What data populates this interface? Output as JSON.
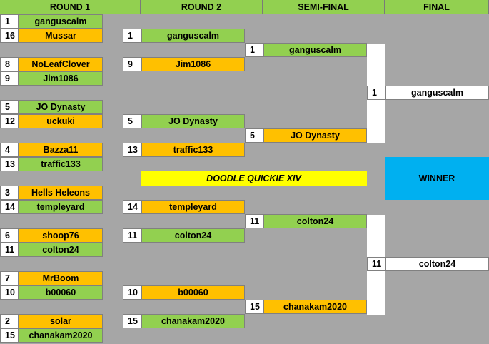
{
  "headers": [
    "ROUND 1",
    "ROUND 2",
    "SEMI-FINAL",
    "FINAL"
  ],
  "round1": [
    {
      "seed": "1",
      "name": "ganguscalm",
      "color": "green"
    },
    {
      "seed": "16",
      "name": "Mussar",
      "color": "orange"
    },
    {
      "seed": "8",
      "name": "NoLeafClover",
      "color": "orange"
    },
    {
      "seed": "9",
      "name": "Jim1086",
      "color": "green"
    },
    {
      "seed": "5",
      "name": "JO Dynasty",
      "color": "green"
    },
    {
      "seed": "12",
      "name": "uckuki",
      "color": "orange"
    },
    {
      "seed": "4",
      "name": "Bazza11",
      "color": "orange"
    },
    {
      "seed": "13",
      "name": "traffic133",
      "color": "green"
    },
    {
      "seed": "3",
      "name": "Hells Heleons",
      "color": "orange"
    },
    {
      "seed": "14",
      "name": "templeyard",
      "color": "green"
    },
    {
      "seed": "6",
      "name": "shoop76",
      "color": "orange"
    },
    {
      "seed": "11",
      "name": "colton24",
      "color": "green"
    },
    {
      "seed": "7",
      "name": "MrBoom",
      "color": "orange"
    },
    {
      "seed": "10",
      "name": "b00060",
      "color": "green"
    },
    {
      "seed": "2",
      "name": "solar",
      "color": "orange"
    },
    {
      "seed": "15",
      "name": "chanakam2020",
      "color": "green"
    }
  ],
  "round2": [
    {
      "seed": "1",
      "name": "ganguscalm",
      "color": "green"
    },
    {
      "seed": "9",
      "name": "Jim1086",
      "color": "orange"
    },
    {
      "seed": "5",
      "name": "JO Dynasty",
      "color": "green"
    },
    {
      "seed": "13",
      "name": "traffic133",
      "color": "orange"
    },
    {
      "seed": "14",
      "name": "templeyard",
      "color": "orange"
    },
    {
      "seed": "11",
      "name": "colton24",
      "color": "green"
    },
    {
      "seed": "10",
      "name": "b00060",
      "color": "orange"
    },
    {
      "seed": "15",
      "name": "chanakam2020",
      "color": "green"
    }
  ],
  "semifinal": [
    {
      "seed": "1",
      "name": "ganguscalm",
      "color": "green"
    },
    {
      "seed": "5",
      "name": "JO Dynasty",
      "color": "orange"
    },
    {
      "seed": "11",
      "name": "colton24",
      "color": "green"
    },
    {
      "seed": "15",
      "name": "chanakam2020",
      "color": "orange"
    }
  ],
  "final": [
    {
      "seed": "1",
      "name": "ganguscalm",
      "color": "white"
    },
    {
      "seed": "11",
      "name": "colton24",
      "color": "white"
    }
  ],
  "banner": "DOODLE QUICKIE XIV",
  "winner_label": "WINNER",
  "colors": {
    "green": "#92d050",
    "orange": "#ffc000",
    "gray": "#a6a6a6",
    "yellow": "#ffff00",
    "blue": "#00b0f0"
  }
}
